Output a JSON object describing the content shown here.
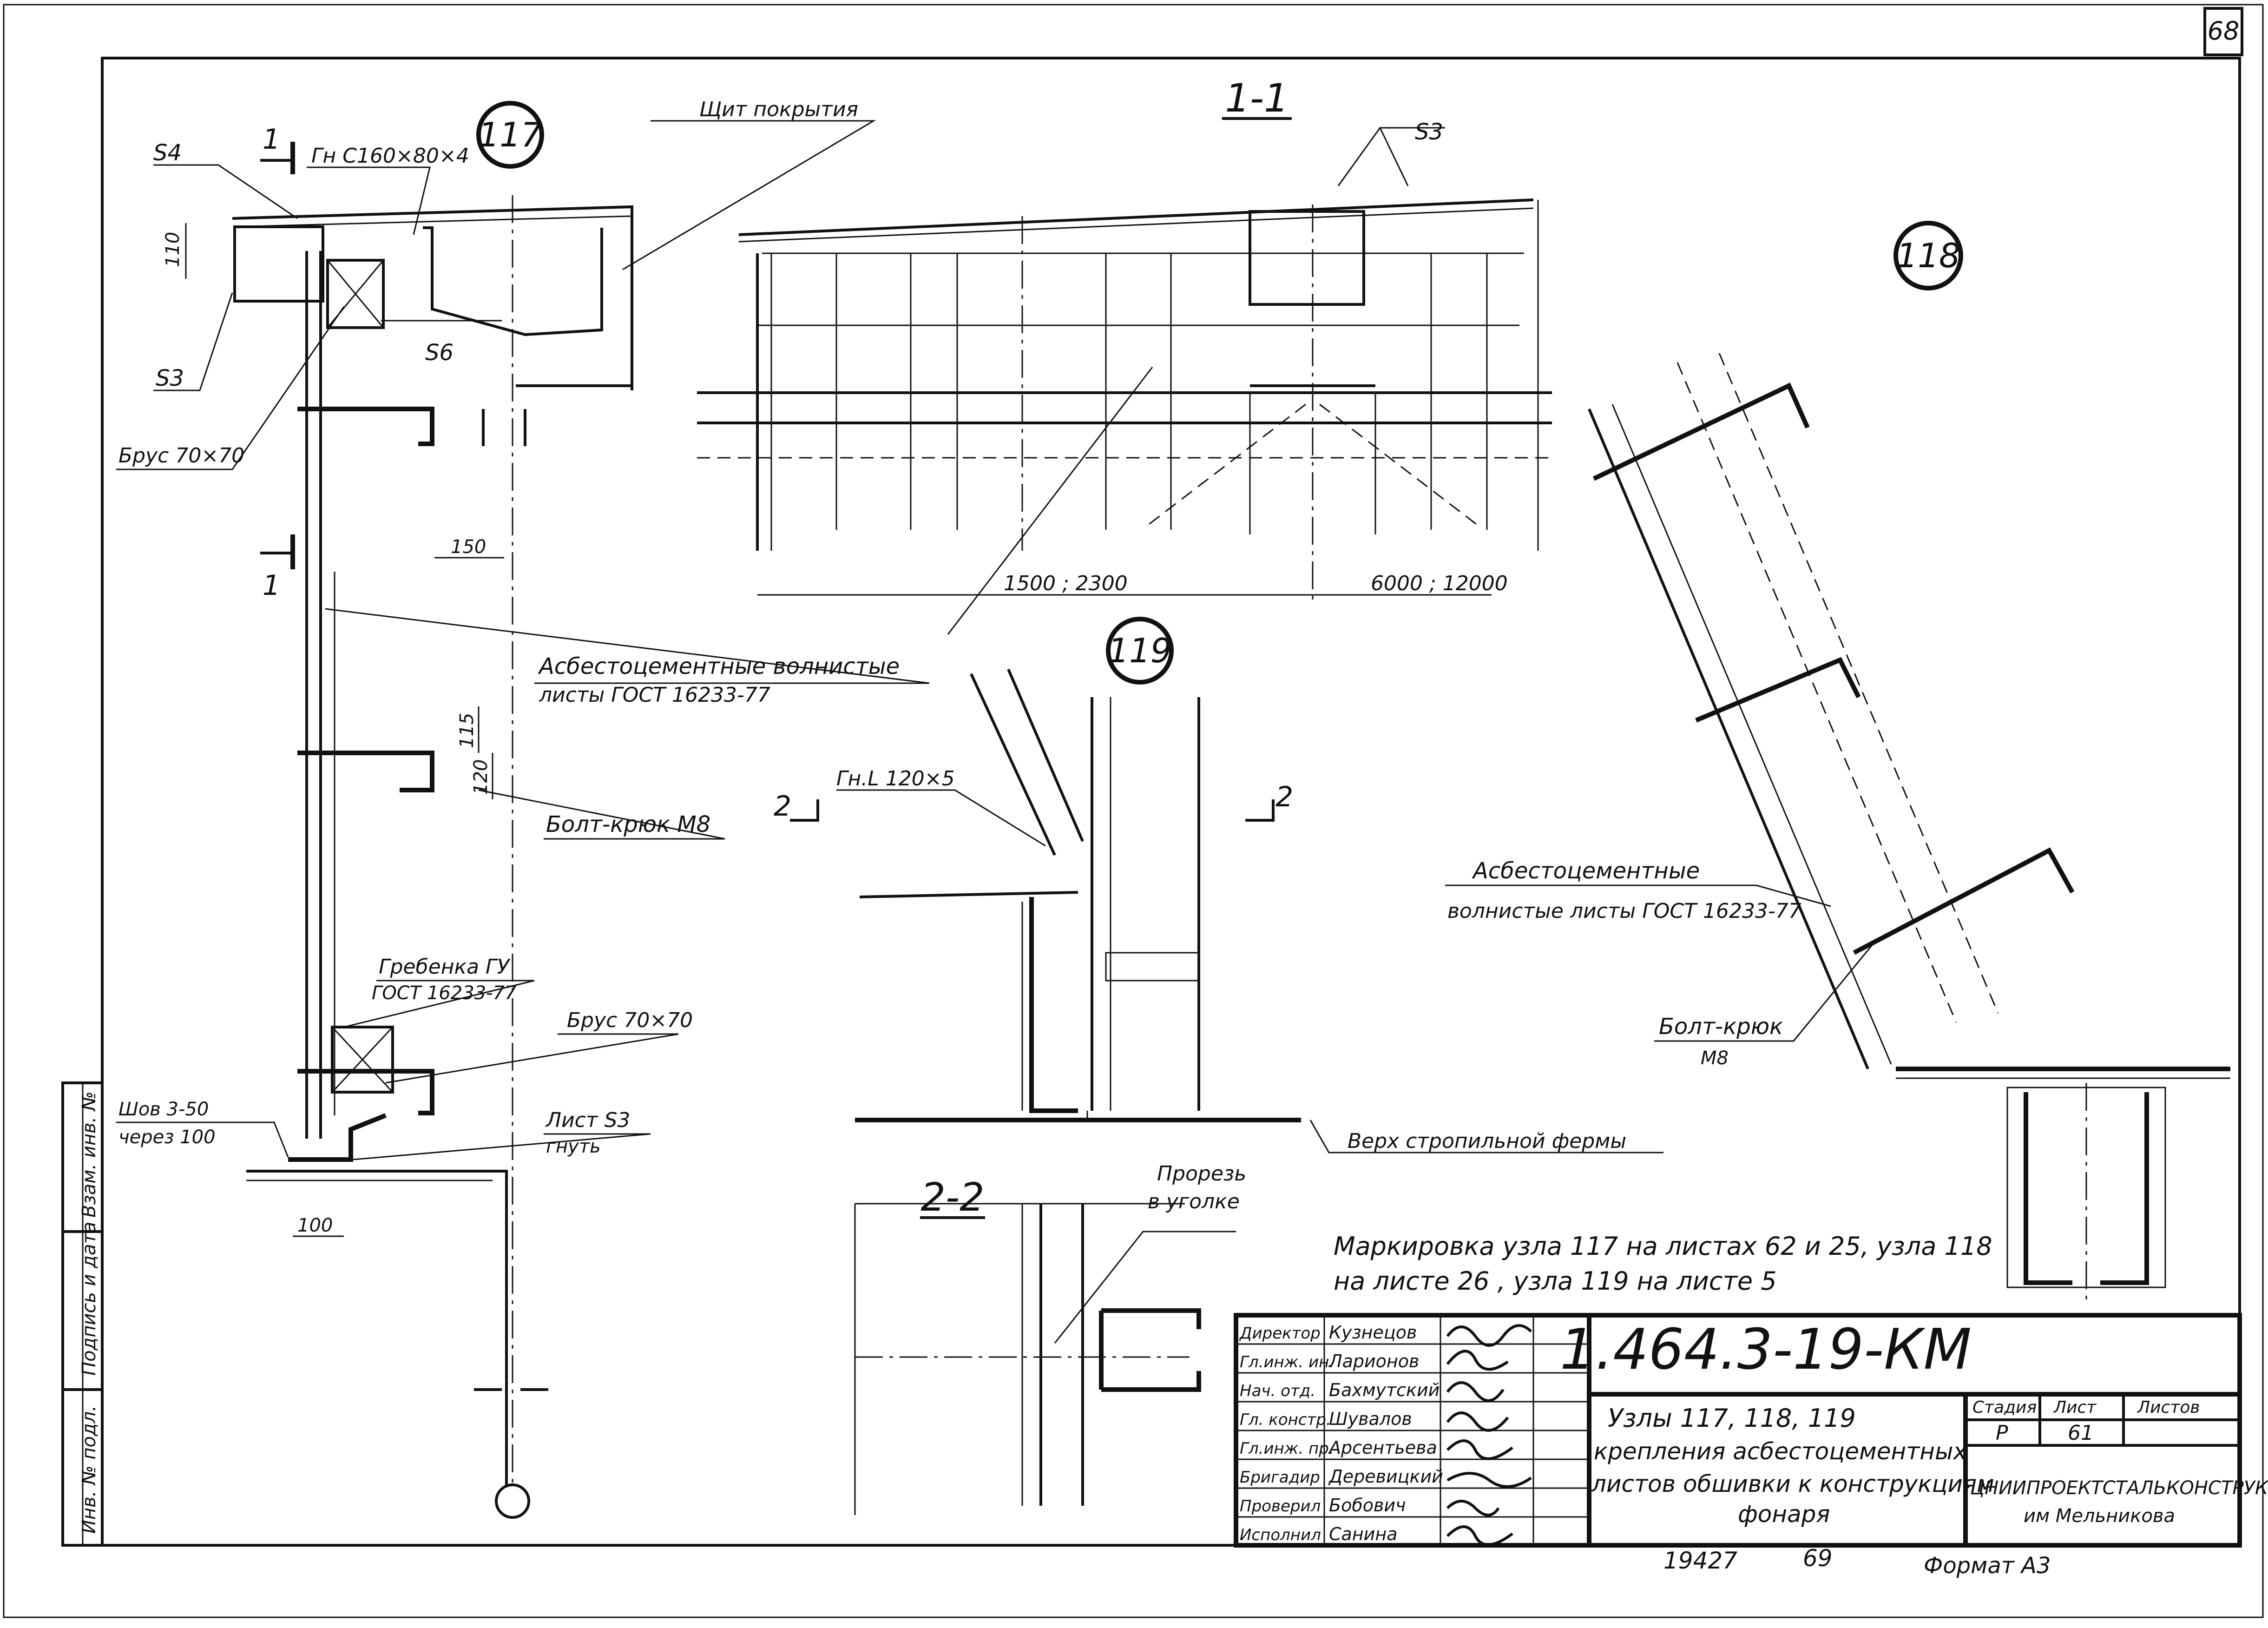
{
  "sheet": {
    "page_number": "68",
    "document_code": "1.464.3-19-КМ",
    "title_lines": [
      "Узлы 117, 118, 119",
      "крепления асбестоцементных",
      "листов обшивки к конструкциям",
      "фонаря"
    ],
    "organization": [
      "ЦНИИПРОЕКТСТАЛЬКОНСТРУКЦИЯ",
      "им Мельникова"
    ],
    "stage_header": "Стадия",
    "sheet_header": "Лист",
    "sheets_header": "Листов",
    "stage_value": "Р",
    "sheet_value": "61",
    "sheets_value": "",
    "inventory_number": "19427",
    "inventory_suffix": "69",
    "format": "Формат А3"
  },
  "signatures": [
    {
      "role": "Директор",
      "name": "Кузнецов"
    },
    {
      "role": "Гл.инж. ин.",
      "name": "Ларионов"
    },
    {
      "role": "Нач. отд.",
      "name": "Бахмутский"
    },
    {
      "role": "Гл. констр.",
      "name": "Шувалов"
    },
    {
      "role": "Гл.инж. пр.",
      "name": "Арсентьева"
    },
    {
      "role": "Бригадир",
      "name": "Деревицкий"
    },
    {
      "role": "Проверил",
      "name": "Бобович"
    },
    {
      "role": "Исполнил",
      "name": "Санина"
    }
  ],
  "side_stamp": [
    "Взам. инв. №",
    "Подпись и дата",
    "Инв. № подл."
  ],
  "nodes": {
    "n117": "117",
    "n118": "118",
    "n119": "119"
  },
  "sections": {
    "s11": "1-1",
    "s22": "2-2",
    "cut1": "1",
    "cut2": "2"
  },
  "labels": {
    "s4": "S4",
    "gn_c": "Гн С160×80×4",
    "shchit": "Щит покрытия",
    "s3_a": "S3",
    "s6": "S6",
    "brus_a": "Брус 70×70",
    "asbest_a_1": "Асбестоцементные волнистые",
    "asbest_a_2": "листы ГОСТ 16233-77",
    "bolt_a": "Болт-крюк М8",
    "grebenka_1": "Гребенка ГУ",
    "grebenka_2": "ГОСТ 16233-77",
    "brus_b": "Брус 70×70",
    "shov_1": "Шов 3-50",
    "shov_2": "через 100",
    "list_1": "Лист S3",
    "list_2": "гнуть",
    "s3_b": "S3",
    "gn_l": "Гн.L 120×5",
    "asbest_b_1": "Асбестоцементные",
    "asbest_b_2": "волнистые листы ГОСТ 16233-77",
    "bolt_b_1": "Болт-крюк",
    "bolt_b_2": "М8",
    "verkh": "Верх стропильной фермы",
    "prorez_1": "Прорезь",
    "prorez_2": "в уголке",
    "marking_1": "Маркировка узла 117 на листах 62 и 25, узла 118",
    "marking_2": "на листе 26 , узла 119 на листе 5"
  },
  "dimensions": {
    "d110": "110",
    "d150": "150",
    "d115": "115",
    "d120": "120",
    "d100": "100",
    "d1500": "1500 ; 2300",
    "d6000": "6000 ; 12000"
  }
}
